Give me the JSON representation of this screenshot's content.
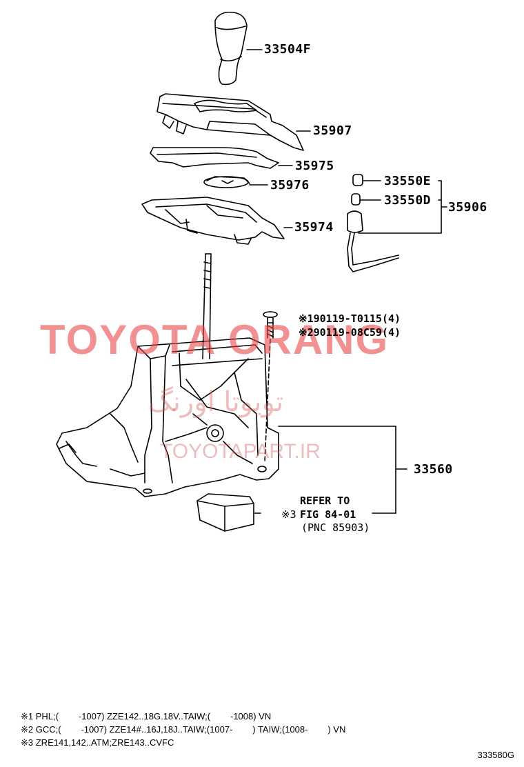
{
  "labels": {
    "knob": "33504F",
    "bezel": "35907",
    "plate": "35975",
    "clip": "35976",
    "indicator_housing": "35974",
    "bulb_e": "33550E",
    "bulb_d": "33550D",
    "bulb_set": "35906",
    "screw1": "※190119-T0115(4)",
    "screw2": "※290119-08C59(4)",
    "shift_assy": "33560"
  },
  "refer": {
    "line1": "REFER TO",
    "mark": "※3",
    "line2": "FIG 84-01",
    "line3": "(PNC 85903)"
  },
  "watermark": {
    "main": "TOYOTA ORANG",
    "arabic": "تویوتا اورنگ",
    "url": "TOYOTAPART.IR"
  },
  "notes": [
    "※1 PHL;(        -1007) ZZE142..18G.18V..TAIW;(        -1008) VN",
    "※2 GCC;(        -1007) ZZE14#..16J,18J..TAIW;(1007-        ) TAIW;(1008-        ) VN",
    "※3 ZRE141,142..ATM;ZRE143..CVFC"
  ],
  "diagram_code": "333580G",
  "colors": {
    "line": "#000000",
    "watermark": "#e84848"
  }
}
